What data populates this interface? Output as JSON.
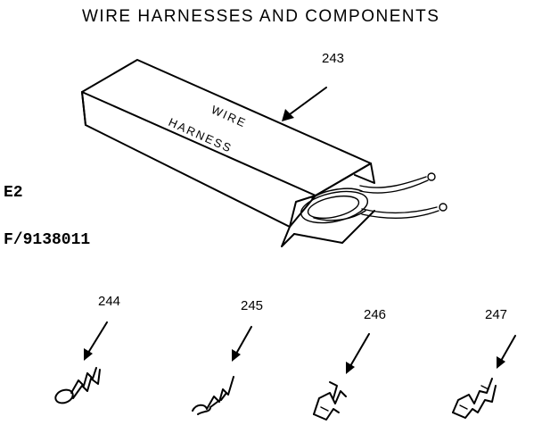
{
  "title": "WIRE HARNESSES AND COMPONENTS",
  "side_labels": {
    "model_suffix": "E2",
    "part_ref": "F/9138011"
  },
  "box": {
    "label_line1": "WIRE",
    "label_line2": "HARNESS"
  },
  "callouts": {
    "harness": "243",
    "terminal_ring": "244",
    "terminal_a": "245",
    "terminal_b": "246",
    "terminal_c": "247"
  }
}
